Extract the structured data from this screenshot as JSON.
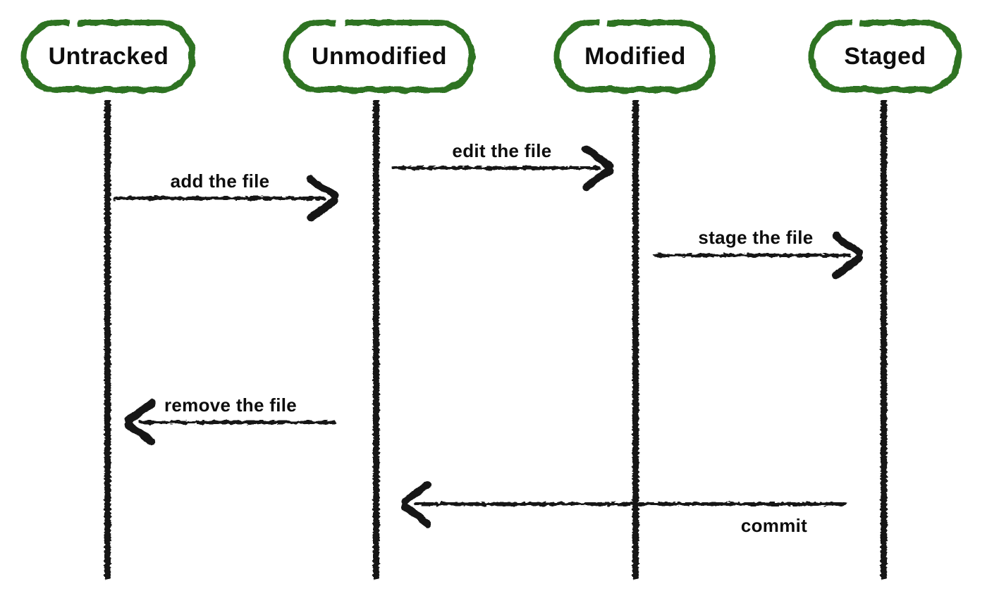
{
  "diagram": {
    "type": "sequence-diagram",
    "colors": {
      "actor_border": "#2e7320",
      "line": "#141414",
      "text": "#0d0d0d",
      "background": "#ffffff"
    },
    "actors": [
      {
        "id": "untracked",
        "label": "Untracked"
      },
      {
        "id": "unmodified",
        "label": "Unmodified"
      },
      {
        "id": "modified",
        "label": "Modified"
      },
      {
        "id": "staged",
        "label": "Staged"
      }
    ],
    "messages": [
      {
        "label": "add the file",
        "from": "untracked",
        "to": "unmodified",
        "direction": "right"
      },
      {
        "label": "edit the file",
        "from": "unmodified",
        "to": "modified",
        "direction": "right"
      },
      {
        "label": "stage the file",
        "from": "modified",
        "to": "staged",
        "direction": "right"
      },
      {
        "label": "remove the file",
        "from": "unmodified",
        "to": "untracked",
        "direction": "left"
      },
      {
        "label": "commit",
        "from": "staged",
        "to": "unmodified",
        "direction": "left"
      }
    ]
  }
}
